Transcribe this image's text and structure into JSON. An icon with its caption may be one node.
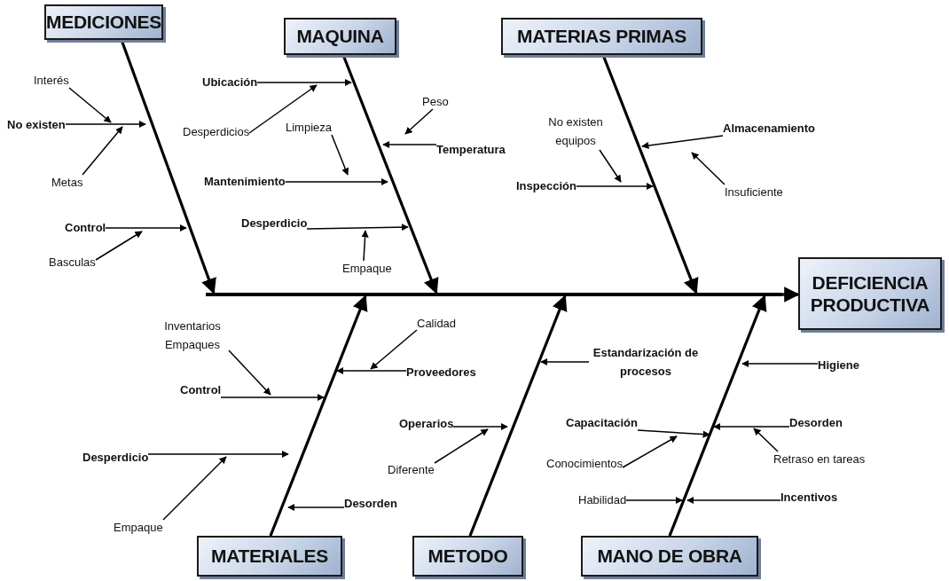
{
  "diagram": {
    "nodes": [
      {
        "text": [
          "MEDICIONES"
        ]
      },
      {
        "text": [
          "MAQUINA"
        ]
      },
      {
        "text": [
          "MATERIAS PRIMAS"
        ]
      },
      {
        "text": [
          "Interés"
        ]
      },
      {
        "text": [
          "No existen"
        ]
      },
      {
        "text": [
          "Metas"
        ]
      },
      {
        "text": [
          "Control"
        ]
      },
      {
        "text": [
          "Basculas"
        ]
      },
      {
        "text": [
          "Ubicación"
        ]
      },
      {
        "text": [
          "Desperdicios"
        ]
      },
      {
        "text": [
          "Peso"
        ]
      },
      {
        "text": [
          "Temperatura"
        ]
      },
      {
        "text": [
          "Limpieza"
        ]
      },
      {
        "text": [
          "Mantenimiento"
        ]
      },
      {
        "text": [
          "Desperdicio"
        ]
      },
      {
        "text": [
          "Empaque"
        ]
      },
      {
        "text": [
          "No existen equipos"
        ]
      },
      {
        "text": [
          "Inspección"
        ]
      },
      {
        "text": [
          "Almacenamiento"
        ]
      },
      {
        "text": [
          "Insuficiente"
        ]
      },
      {
        "text": [
          "DEFICIENCIA PRODUCTIVA"
        ]
      },
      {
        "text": [
          "Inventarios Empaques"
        ]
      },
      {
        "text": [
          "Control"
        ]
      },
      {
        "text": [
          "Calidad"
        ]
      },
      {
        "text": [
          "Proveedores"
        ]
      },
      {
        "text": [
          "Desperdicio"
        ]
      },
      {
        "text": [
          "Empaque"
        ]
      },
      {
        "text": [
          "Desorden"
        ]
      },
      {
        "text": [
          "Estandarización de procesos"
        ]
      },
      {
        "text": [
          "Operarios"
        ]
      },
      {
        "text": [
          "Diferente"
        ]
      },
      {
        "text": [
          "Higiene"
        ]
      },
      {
        "text": [
          "Capacitación"
        ]
      },
      {
        "text": [
          "Conocimientos"
        ]
      },
      {
        "text": [
          "Desorden"
        ]
      },
      {
        "text": [
          "Retraso en tareas"
        ]
      },
      {
        "text": [
          "Habilidad"
        ]
      },
      {
        "text": [
          "Incentivos"
        ]
      },
      {
        "text": [
          "MATERIALES"
        ]
      },
      {
        "text": [
          "METODO"
        ]
      },
      {
        "text": [
          "MANO DE OBRA"
        ]
      },
      {
        "text": [],
        "shape": "bar"
      }
    ],
    "edges": [
      {
        "from": 41,
        "to": 20,
        "arrow": "to",
        "style": "thick"
      },
      {
        "from": 0,
        "to": 41,
        "arrow": "to",
        "style": "thick"
      },
      {
        "from": 1,
        "to": 41,
        "arrow": "to",
        "style": "thick"
      },
      {
        "from": 2,
        "to": 41,
        "arrow": "to",
        "style": "thick"
      },
      {
        "from": 38,
        "to": 41,
        "arrow": "to",
        "style": "thick"
      },
      {
        "from": 39,
        "to": 41,
        "arrow": "to",
        "style": "thick"
      },
      {
        "from": 40,
        "to": 41,
        "arrow": "to",
        "style": "thick"
      },
      {
        "from": 3,
        "to": null,
        "arrow": "to"
      },
      {
        "from": 4,
        "to": null,
        "arrow": "to"
      },
      {
        "from": 5,
        "to": null,
        "arrow": "to"
      },
      {
        "from": 6,
        "to": null,
        "arrow": "to"
      },
      {
        "from": 7,
        "to": null,
        "arrow": "to"
      },
      {
        "from": 8,
        "to": null,
        "arrow": "to"
      },
      {
        "from": 9,
        "to": null,
        "arrow": "to"
      },
      {
        "from": 10,
        "to": null,
        "arrow": "to"
      },
      {
        "from": 11,
        "to": null,
        "arrow": "to"
      },
      {
        "from": 12,
        "to": null,
        "arrow": "to"
      },
      {
        "from": 13,
        "to": null,
        "arrow": "to"
      },
      {
        "from": 14,
        "to": null,
        "arrow": "to"
      },
      {
        "from": 15,
        "to": null,
        "arrow": "to"
      },
      {
        "from": 16,
        "to": null,
        "arrow": "to"
      },
      {
        "from": 17,
        "to": null,
        "arrow": "to"
      },
      {
        "from": 18,
        "to": null,
        "arrow": "to"
      },
      {
        "from": 19,
        "to": null,
        "arrow": "to"
      },
      {
        "from": 21,
        "to": null,
        "arrow": "to"
      },
      {
        "from": 22,
        "to": null,
        "arrow": "to"
      },
      {
        "from": 23,
        "to": null,
        "arrow": "to"
      },
      {
        "from": 24,
        "to": null,
        "arrow": "to"
      },
      {
        "from": 25,
        "to": null,
        "arrow": "to"
      },
      {
        "from": 26,
        "to": null,
        "arrow": "to"
      },
      {
        "from": 27,
        "to": null,
        "arrow": "to"
      },
      {
        "from": 28,
        "to": null,
        "arrow": "to"
      },
      {
        "from": 29,
        "to": null,
        "arrow": "to"
      },
      {
        "from": 30,
        "to": null,
        "arrow": "to"
      },
      {
        "from": 31,
        "to": null,
        "arrow": "to"
      },
      {
        "from": 32,
        "to": null,
        "arrow": "to"
      },
      {
        "from": 33,
        "to": null,
        "arrow": "to"
      },
      {
        "from": 34,
        "to": null,
        "arrow": "to"
      },
      {
        "from": 35,
        "to": null,
        "arrow": "to"
      },
      {
        "from": 36,
        "to": null,
        "arrow": "to"
      },
      {
        "from": 37,
        "to": null,
        "arrow": "to"
      }
    ]
  }
}
